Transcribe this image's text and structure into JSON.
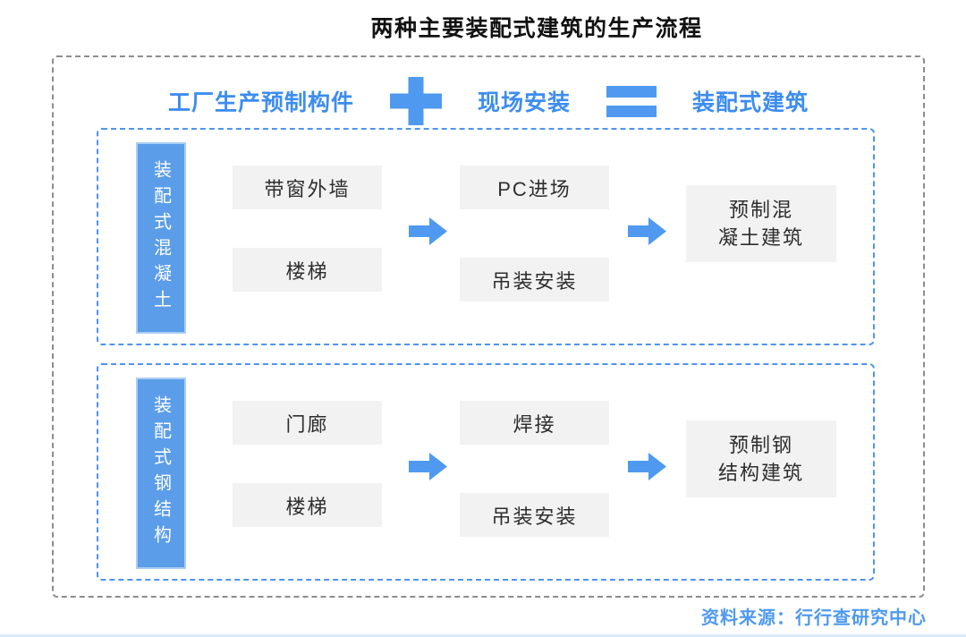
{
  "title": "两种主要装配式建筑的生产流程",
  "formula": {
    "factory": "工厂生产预制构件",
    "site": "现场安装",
    "result": "装配式建筑",
    "plus_icon": "+",
    "equals_icon": "="
  },
  "sections": [
    {
      "label": "装配式混凝土",
      "components": [
        "带窗外墙",
        "楼梯"
      ],
      "steps": [
        "PC进场",
        "吊装安装"
      ],
      "result_lines": [
        "预制混",
        "凝土建筑"
      ]
    },
    {
      "label": "装配式钢结构",
      "components": [
        "门廊",
        "楼梯"
      ],
      "steps": [
        "焊接",
        "吊装安装"
      ],
      "result_lines": [
        "预制钢",
        "结构建筑"
      ]
    }
  ],
  "footer": {
    "source": "资料来源：行行查研究中心"
  },
  "colors": {
    "accent": "#4f9af0",
    "header-text": "#3d8def",
    "label-bg": "#5b9de9",
    "label-border": "#a9cdf5",
    "box-bg": "#f2f2f2",
    "box-text": "#2e2e2e",
    "dash-outer": "#8c8c8c",
    "dash-inner": "#4f94ee",
    "bottom-line": "#dcebf7",
    "title-text": "#111111"
  }
}
